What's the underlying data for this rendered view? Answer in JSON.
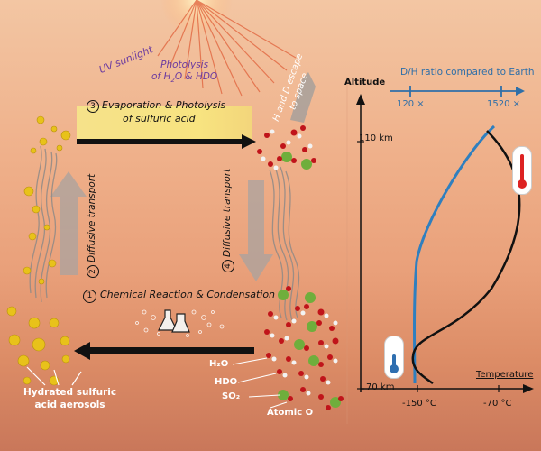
{
  "sun": {
    "label": "UV sunlight"
  },
  "photolysis": {
    "line1": "Photolysis",
    "line2_pre": "of H",
    "line2_mid": "O & HDO"
  },
  "escape": {
    "line1": "H and D escape",
    "line2": "to space"
  },
  "steps": [
    {
      "num": "1",
      "text": "Chemical Reaction & Condensation"
    },
    {
      "num": "2",
      "text": "Diffusive transport"
    },
    {
      "num": "3",
      "line1": "Evaporation & Photolysis",
      "line2": "of sulfuric acid"
    },
    {
      "num": "4",
      "text": "Diffusive transport"
    }
  ],
  "molecules": {
    "h2o": "H₂O",
    "hdo": "HDO",
    "so2": "SO₂",
    "atomic_o": "Atomic O"
  },
  "aerosols": {
    "line1": "Hydrated sulfuric",
    "line2": "acid aerosols"
  },
  "chart": {
    "altitude_label": "Altitude",
    "temperature_label": "Temperature",
    "dh_title": "D/H ratio compared to Earth",
    "dh_ticks": [
      "120 ×",
      "1520 ×"
    ],
    "alt_ticks": [
      "110 km",
      "70 km"
    ],
    "temp_ticks": [
      "-150 °C",
      "-70 °C"
    ]
  },
  "colors": {
    "blue_curve": "#2f7fbf",
    "black_curve": "#111111",
    "axis_blue": "#2f6fa8",
    "aerosol": "#e8c21a",
    "water_band": "#f7e27a"
  }
}
